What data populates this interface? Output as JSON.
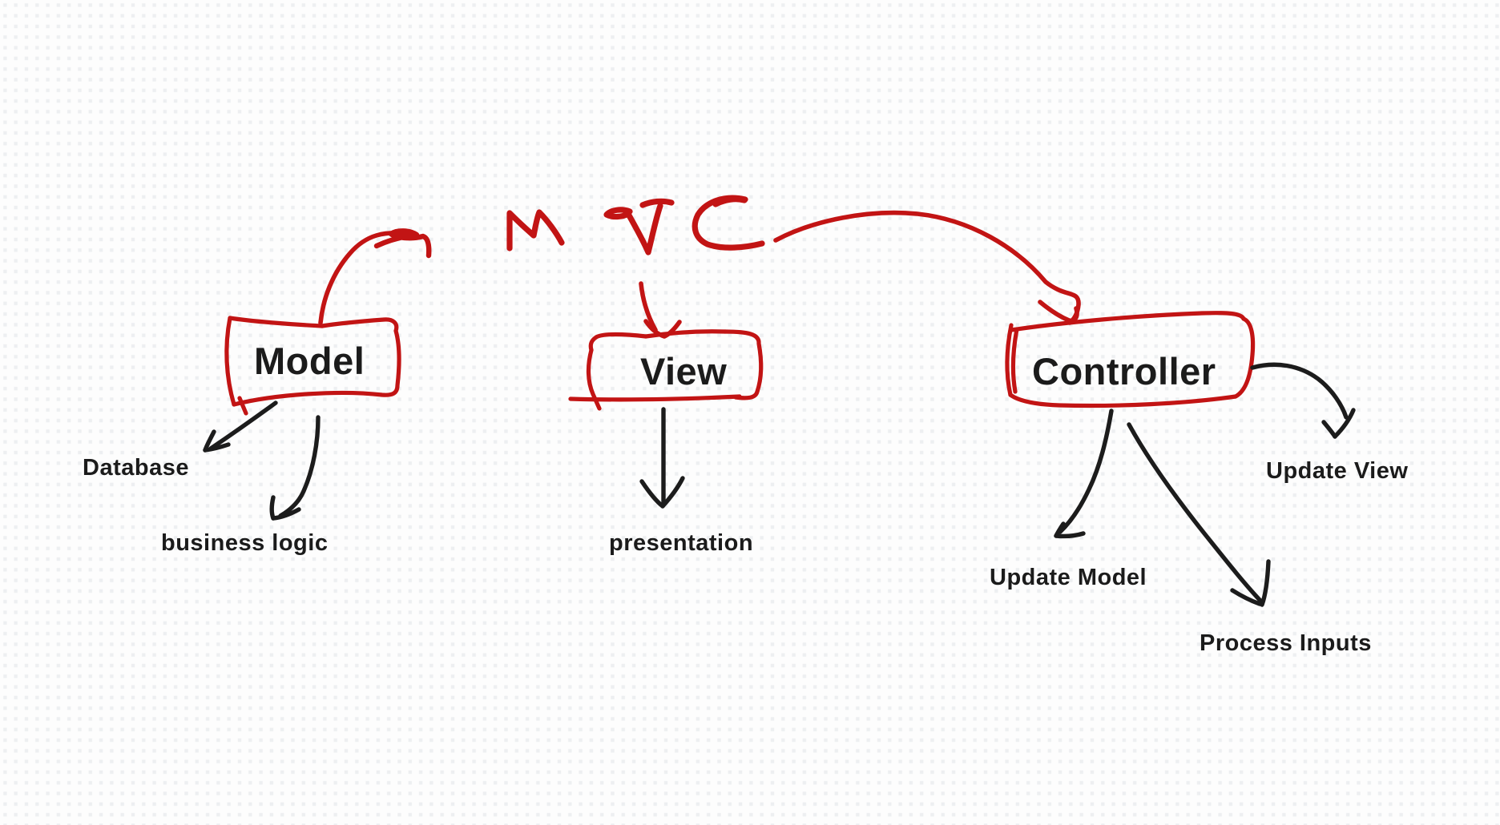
{
  "canvas": {
    "background_color": "#fdfdfd",
    "dot_color": "#edeff1"
  },
  "palette": {
    "ink_red": "#c21414",
    "ink_black": "#1c1c1c"
  },
  "title": {
    "label": "MVC"
  },
  "nodes": [
    {
      "id": "model",
      "label": "Model"
    },
    {
      "id": "view",
      "label": "View"
    },
    {
      "id": "controller",
      "label": "Controller"
    }
  ],
  "annotations": [
    {
      "id": "database",
      "label": "Database"
    },
    {
      "id": "business-logic",
      "label": "business logic"
    },
    {
      "id": "presentation",
      "label": "presentation"
    },
    {
      "id": "update-model",
      "label": "Update Model"
    },
    {
      "id": "process-inputs",
      "label": "Process Inputs"
    },
    {
      "id": "update-view",
      "label": "Update View"
    }
  ],
  "edges": [
    {
      "id": "model-to-mvc",
      "color": "red"
    },
    {
      "id": "mvc-to-view",
      "color": "red"
    },
    {
      "id": "mvc-to-controller",
      "color": "red"
    },
    {
      "id": "model-to-database",
      "color": "black"
    },
    {
      "id": "model-to-business-logic",
      "color": "black"
    },
    {
      "id": "view-to-presentation",
      "color": "black"
    },
    {
      "id": "controller-to-update-model",
      "color": "black"
    },
    {
      "id": "controller-to-process-inputs",
      "color": "black"
    },
    {
      "id": "controller-to-update-view",
      "color": "black"
    }
  ]
}
